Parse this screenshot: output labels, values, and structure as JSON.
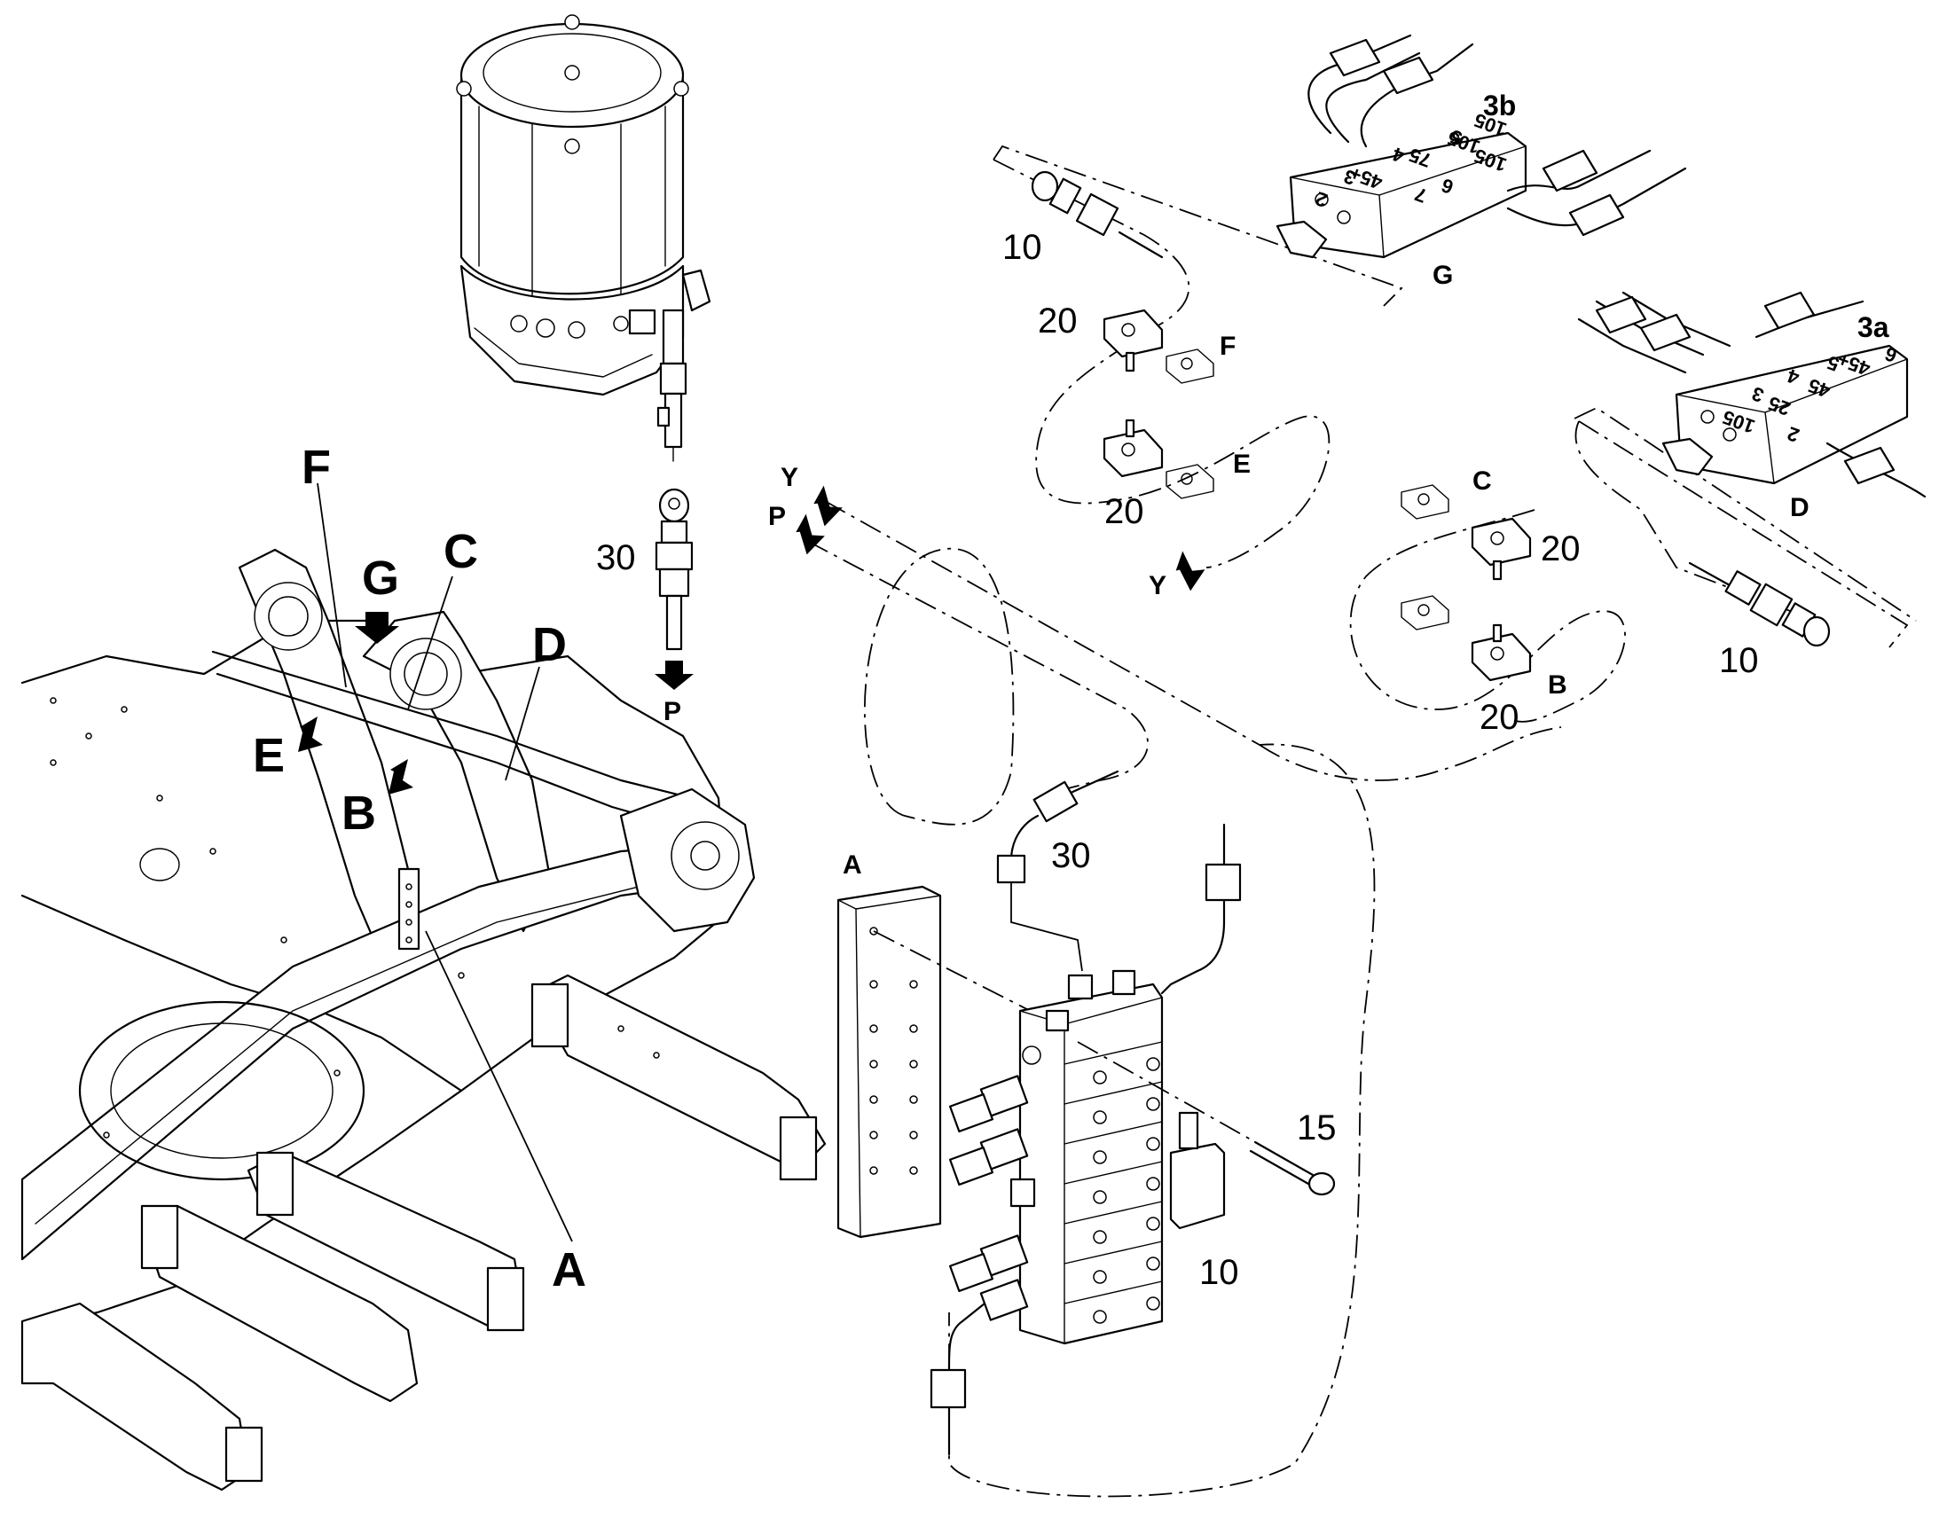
{
  "frame_labels": {
    "A": "A",
    "B": "B",
    "C": "C",
    "D": "D",
    "E": "E",
    "F": "F",
    "G": "G"
  },
  "pump_labels": {
    "part_30": "30",
    "port_p": "P"
  },
  "line_labels": {
    "y": "Y",
    "p": "P"
  },
  "clamps_upper": {
    "part_10": "10",
    "clamp_20a": "20",
    "clamp_20b": "20",
    "f": "F",
    "e": "E",
    "y": "Y"
  },
  "clamps_right": {
    "c": "C",
    "b": "B",
    "clamp_20a": "20",
    "clamp_20b": "20",
    "part_10": "10"
  },
  "block_3b": {
    "label": "3b",
    "position": "G",
    "ports": [
      "7",
      "105",
      "6",
      "105",
      "5",
      "105",
      "4",
      "75",
      "3",
      "45+",
      "2"
    ]
  },
  "block_3a": {
    "label": "3a",
    "position": "D",
    "ports": [
      "6",
      "45+",
      "5",
      "45",
      "4",
      "25",
      "3",
      "105",
      "2"
    ]
  },
  "main_assembly": {
    "plate": "A",
    "part_30": "30",
    "part_15": "15",
    "part_10": "10"
  }
}
